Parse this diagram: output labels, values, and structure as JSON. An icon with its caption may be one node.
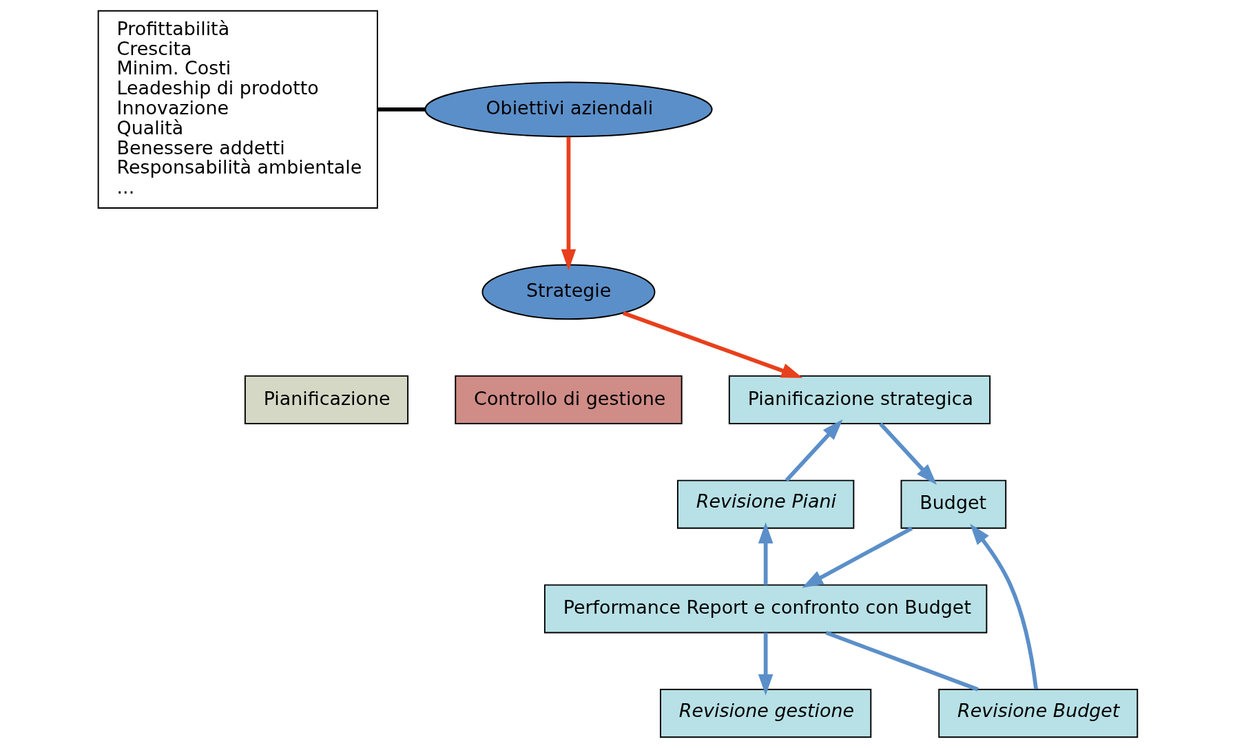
{
  "diagram": {
    "nodes": [
      {
        "text": [
          "Profittabilità",
          "Crescita",
          "Minim. Costi",
          "Leadeship di prodotto",
          "Innovazione",
          "Qualità",
          "Benessere addetti",
          "Responsabilità ambientale",
          "..."
        ]
      },
      {
        "text": [
          "Obiettivi aziendali"
        ]
      },
      {
        "text": [
          "Strategie"
        ]
      },
      {
        "text": [
          "Pianificazione"
        ]
      },
      {
        "text": [
          "Controllo di gestione"
        ]
      },
      {
        "text": [
          "Pianificazione strategica"
        ]
      },
      {
        "text": [
          "Budget"
        ]
      },
      {
        "text": [
          "Performance Report e confronto con Budget"
        ]
      },
      {
        "text": [
          "Revisione Piani"
        ]
      },
      {
        "text": [
          "Revisione Budget"
        ]
      },
      {
        "text": [
          "Revisione gestione"
        ]
      }
    ],
    "edges": [
      {
        "from": 0,
        "to": 1,
        "arrow": "none",
        "color": "#000000"
      },
      {
        "from": 1,
        "to": 2,
        "arrow": "to",
        "color": "#e8401c"
      },
      {
        "from": 2,
        "to": 5,
        "arrow": "to",
        "color": "#e8401c"
      },
      {
        "from": 5,
        "to": 6,
        "arrow": "to",
        "color": "#5b8fc9"
      },
      {
        "from": 6,
        "to": 7,
        "arrow": "to",
        "color": "#5b8fc9"
      },
      {
        "from": 7,
        "to": 8,
        "arrow": "to",
        "color": "#5b8fc9"
      },
      {
        "from": 8,
        "to": 5,
        "arrow": "to",
        "color": "#5b8fc9"
      },
      {
        "from": 7,
        "to": 9,
        "arrow": "none",
        "color": "#5b8fc9"
      },
      {
        "from": 9,
        "to": 6,
        "arrow": "to",
        "color": "#5b8fc9"
      },
      {
        "from": 7,
        "to": 10,
        "arrow": "to",
        "color": "#5b8fc9"
      }
    ]
  }
}
